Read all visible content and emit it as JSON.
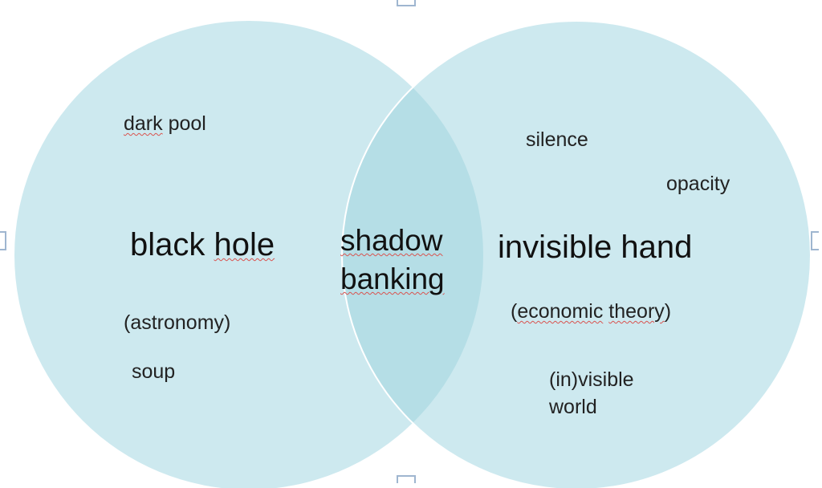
{
  "diagram": {
    "type": "venn",
    "colors": {
      "circle_fill": "#cde9ef",
      "overlap_fill": "#b5dee6",
      "circle_outline": "#ffffff",
      "spell_underline": "#d9534f"
    },
    "left_set": {
      "title_word1": "black",
      "title_word2": "hole",
      "subtitle": "(astronomy)",
      "items": [
        "dark pool",
        "soup"
      ]
    },
    "right_set": {
      "title": "invisible hand",
      "subtitle_open": "(",
      "subtitle_word1": "economic",
      "subtitle_word2": "theory",
      "subtitle_close": ")",
      "items": [
        "silence",
        "opacity",
        "(in)visible",
        "world"
      ]
    },
    "intersection": {
      "line1": "shadow",
      "line2": "banking"
    },
    "left_item_first": {
      "word1": "dark",
      "word2": "pool"
    }
  }
}
